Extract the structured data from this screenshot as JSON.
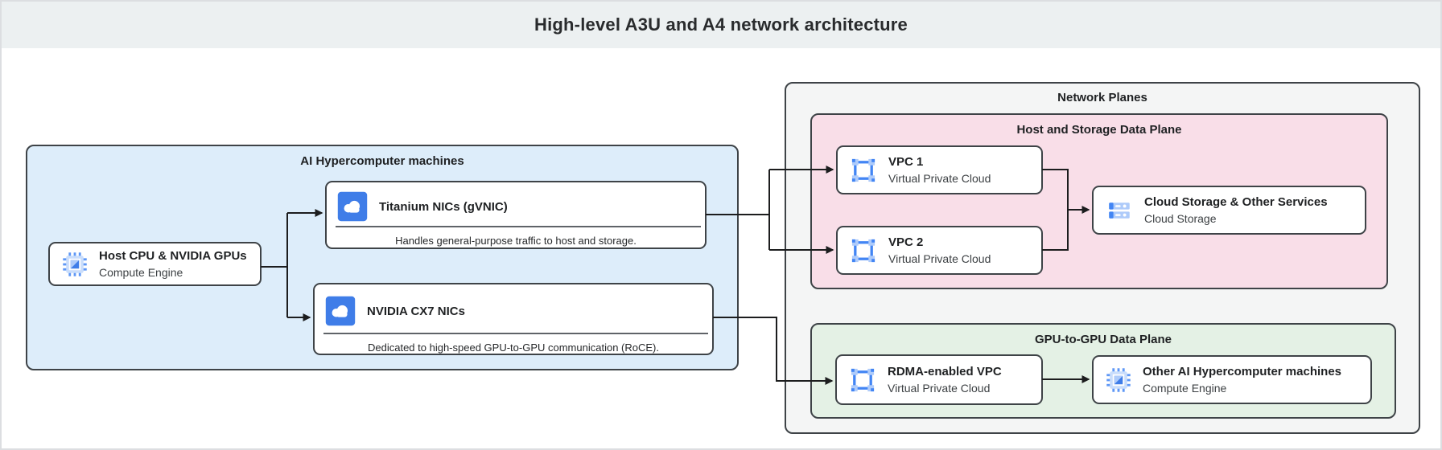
{
  "header": {
    "title": "High-level A3U and A4 network architecture"
  },
  "groups": {
    "ai_machines": {
      "label": "AI Hypercomputer machines"
    },
    "network_planes": {
      "label": "Network Planes"
    },
    "host_storage_plane": {
      "label": "Host and Storage Data Plane"
    },
    "gpu_plane": {
      "label": "GPU-to-GPU Data Plane"
    }
  },
  "nodes": {
    "host_cpu": {
      "title": "Host CPU & NVIDIA GPUs",
      "subtitle": "Compute Engine",
      "icon": "compute-engine-icon"
    },
    "titanium_nic": {
      "title": "Titanium NICs (gVNIC)",
      "description": "Handles general-purpose traffic to host and storage.",
      "icon": "cloud-icon"
    },
    "cx7_nic": {
      "title": "NVIDIA CX7 NICs",
      "description": "Dedicated to high-speed GPU-to-GPU communication (RoCE).",
      "icon": "cloud-icon"
    },
    "vpc1": {
      "title": "VPC 1",
      "subtitle": "Virtual Private Cloud",
      "icon": "vpc-icon"
    },
    "vpc2": {
      "title": "VPC 2",
      "subtitle": "Virtual Private Cloud",
      "icon": "vpc-icon"
    },
    "cloud_storage": {
      "title": "Cloud Storage & Other Services",
      "subtitle": "Cloud Storage",
      "icon": "cloud-storage-icon"
    },
    "rdma_vpc": {
      "title": "RDMA-enabled VPC",
      "subtitle": "Virtual Private Cloud",
      "icon": "vpc-icon"
    },
    "other_machines": {
      "title": "Other AI Hypercomputer machines",
      "subtitle": "Compute Engine",
      "icon": "compute-engine-icon"
    }
  },
  "colors": {
    "accent_blue": "#4285f4",
    "icon_light_blue": "#aecbfa",
    "ai_machines_fill": "#ddedfa",
    "network_planes_fill": "#f4f5f5",
    "host_storage_fill": "#f9dee8",
    "gpu_plane_fill": "#e4f1e5",
    "connector": "#1c1d1e",
    "header_fill": "#ecf0f1"
  }
}
